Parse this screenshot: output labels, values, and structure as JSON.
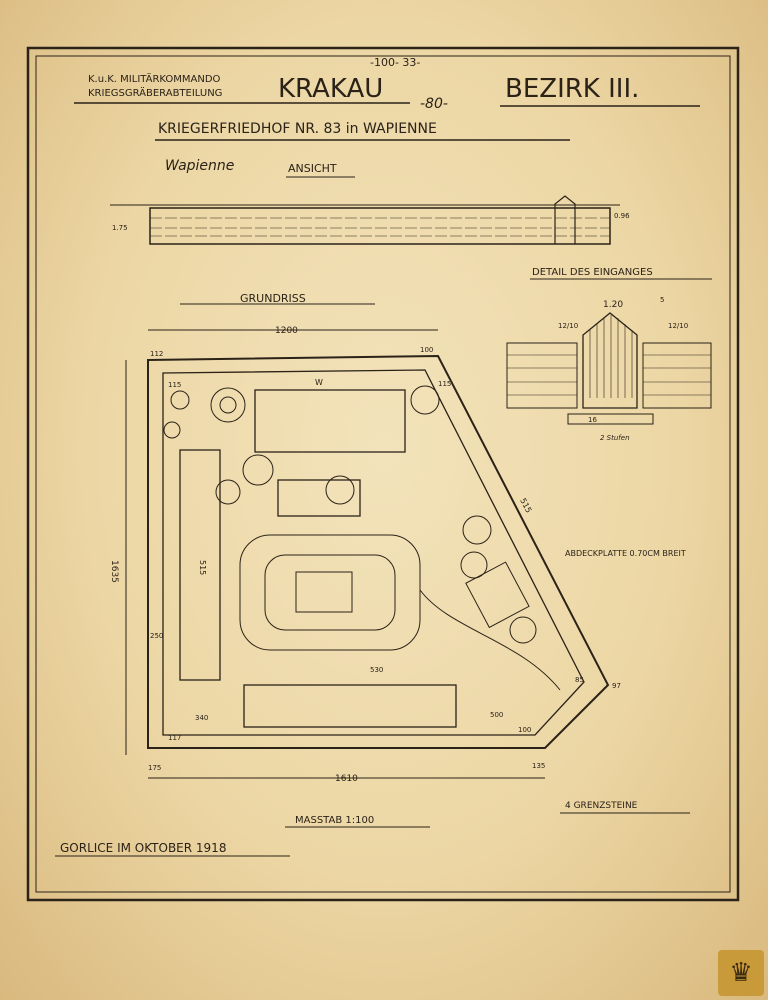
{
  "header": {
    "authority_line1": "K.u.K. MILITÄRKOMMANDO",
    "authority_line2": "KRIEGSGRÄBERABTEILUNG",
    "city": "KRAKAU",
    "district": "BEZIRK III.",
    "handwritten_number": "-80-",
    "top_number": "-100- 33-"
  },
  "title": "KRIEGERFRIEDHOF NR. 83 in WAPIENNE",
  "handwritten_place": "Wapienne",
  "elevation": {
    "label": "ANSICHT",
    "dim_height": "1.75",
    "dim_wall": "0.96"
  },
  "plan": {
    "label": "GRUNDRISS",
    "dim_top": "1200",
    "dim_bottom": "1610",
    "dim_left": "1635",
    "dim_inner_left": "515",
    "dim_diagonal": "515",
    "dim_inner_bottom": "530",
    "dim_500": "500",
    "dim_340": "340",
    "dim_250": "250",
    "corner_112": "112",
    "corner_100": "100",
    "corner_115a": "115",
    "corner_115b": "115",
    "corner_175": "175",
    "corner_135": "135",
    "corner_117": "117",
    "corner_100b": "100",
    "corner_85": "85",
    "corner_97": "97",
    "gate_w": "W"
  },
  "detail": {
    "label": "DETAIL DES EINGANGES",
    "dim_width": "1.20",
    "dim_left": "12/10",
    "dim_right": "12/10",
    "dim_side": "5",
    "dim_step": "16",
    "steps_note": "2 Stufen"
  },
  "notes": {
    "cover_plate": "ABDECKPLATTE 0.70CM BREIT",
    "boundary_stones": "4 GRENZSTEINE",
    "scale": "MASSTAB 1:100",
    "place_date": "GORLICE IM OKTOBER 1918"
  }
}
